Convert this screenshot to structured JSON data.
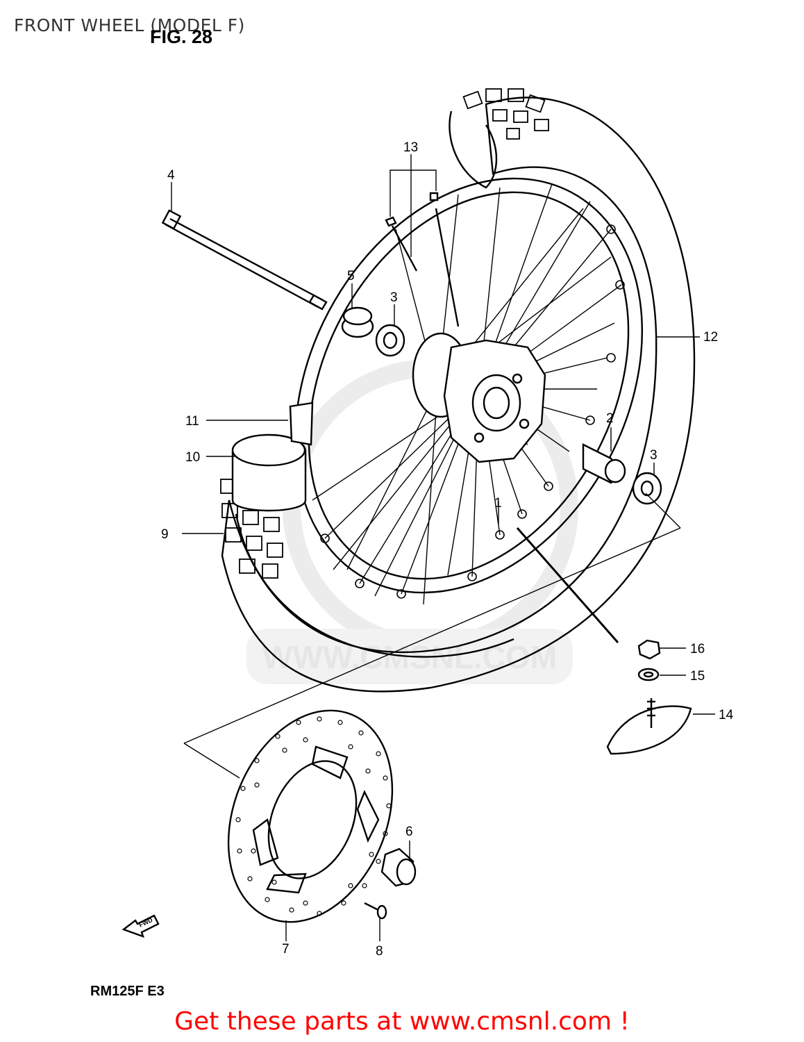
{
  "header": {
    "title": "FRONT WHEEL (MODEL F)"
  },
  "figure": {
    "label": "FIG. 28"
  },
  "watermark": {
    "text": "WWW.CMSNL.COM"
  },
  "model": {
    "code": "RM125F  E3"
  },
  "fwd_arrow": {
    "label": "FWD"
  },
  "callouts": {
    "c1": "1",
    "c2": "2",
    "c3a": "3",
    "c3b": "3",
    "c4": "4",
    "c5": "5",
    "c6": "6",
    "c7": "7",
    "c8": "8",
    "c9": "9",
    "c10": "10",
    "c11": "11",
    "c12": "12",
    "c13": "13",
    "c14": "14",
    "c15": "15",
    "c16": "16"
  },
  "footer": {
    "text": "Get these parts at www.cmsnl.com !"
  },
  "colors": {
    "footer": "#ff0000",
    "line": "#000000",
    "watermark": "#e6e6e6"
  }
}
